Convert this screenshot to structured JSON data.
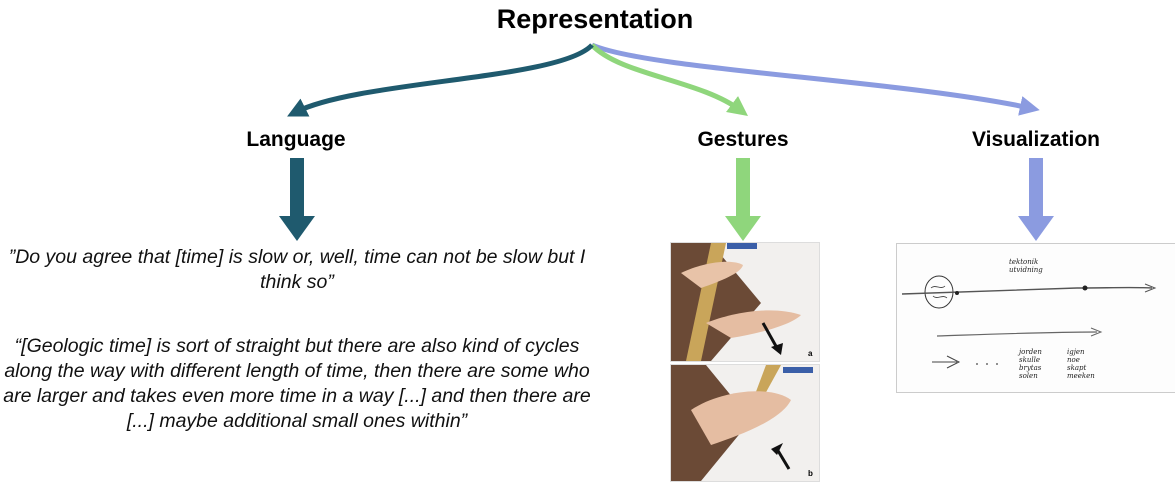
{
  "title": "Representation",
  "branches": {
    "language": "Language",
    "gestures": "Gestures",
    "visualization": "Visualization"
  },
  "quotes": {
    "q1": "”Do you agree that [time] is slow or, well, time can not be slow but I think so”",
    "q2": "“[Geologic time] is sort of straight but there are also kind of cycles along the way with different length of time, then there are some who are larger and takes even more time in a way [...] and then there are [...] maybe additional small ones within”"
  },
  "photos": {
    "a_label": "a",
    "b_label": "b"
  },
  "sketch_notes": {
    "top": "tektonik\nutvidning",
    "jorden": "jorden\nskulle\nbrytas\nsolen",
    "right": "igjen\nnoe\nskapt\nmeeken"
  },
  "colors": {
    "language": "#1f5a6e",
    "gestures": "#8fd67c",
    "visualization": "#8b9be0"
  }
}
